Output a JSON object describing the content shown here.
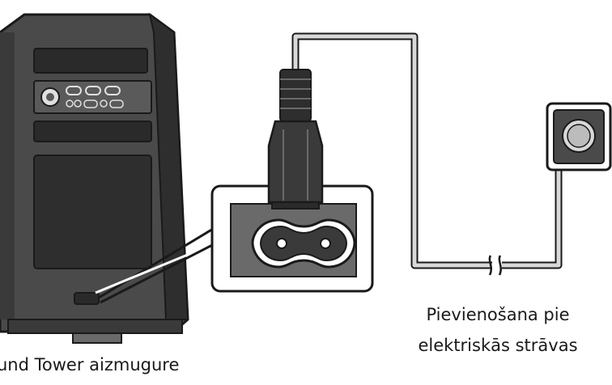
{
  "captions": {
    "device_back": "und Tower aizmugure",
    "power_line1": "Pievienošana pie",
    "power_line2": "elektriskās strāvas"
  },
  "colors": {
    "outline": "#1a1a1a",
    "body_dark": "#3a3a3a",
    "body_mid": "#5a5a5a",
    "panel": "#2e2e2e",
    "cable": "#9a9a9a",
    "cable_light": "#d8d8d8",
    "socket_bg": "#4a4a4a",
    "inset_bg": "#6a6a6a"
  },
  "icons": {
    "device": "speaker-tower-icon",
    "plug": "figure-8-power-plug-icon",
    "socket": "wall-outlet-icon",
    "break": "cable-break-icon"
  }
}
